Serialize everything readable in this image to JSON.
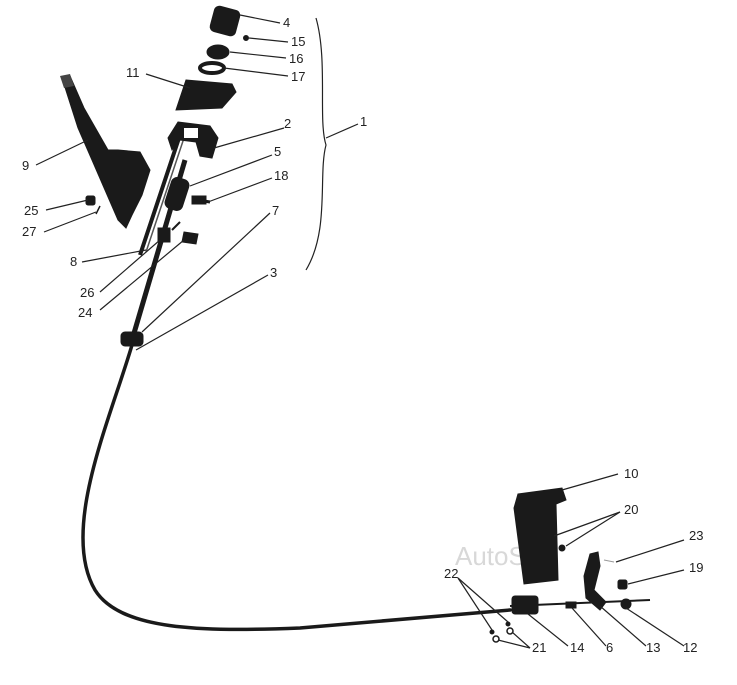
{
  "watermark": "AutoSoft",
  "labels": {
    "l1": "1",
    "l2": "2",
    "l3": "3",
    "l4": "4",
    "l5": "5",
    "l6": "6",
    "l7": "7",
    "l8": "8",
    "l9": "9",
    "l10": "10",
    "l11": "11",
    "l12": "12",
    "l13": "13",
    "l14": "14",
    "l15": "15",
    "l16": "16",
    "l17": "17",
    "l18": "18",
    "l19": "19",
    "l20": "20",
    "l21": "21",
    "l22": "22",
    "l23": "23",
    "l24": "24",
    "l25": "25",
    "l26": "26",
    "l27": "27"
  }
}
